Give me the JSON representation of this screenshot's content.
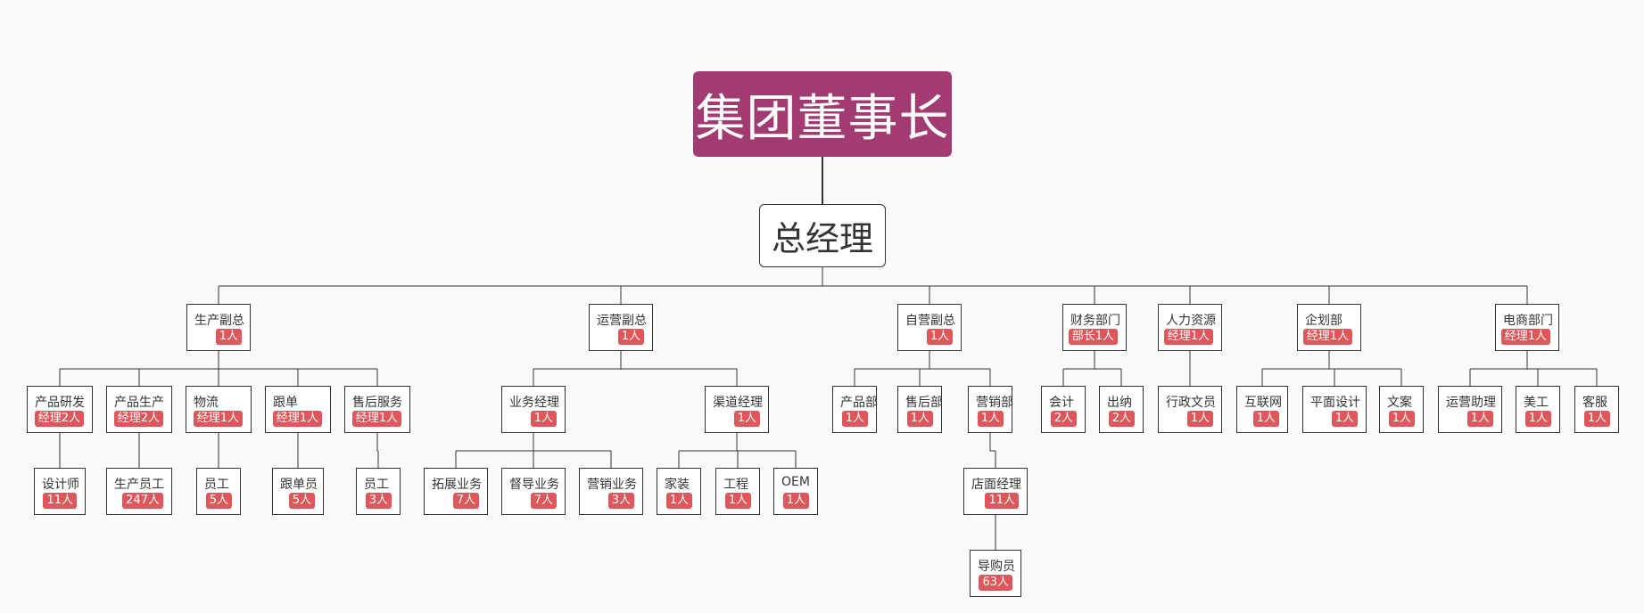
{
  "root": {
    "label": "集团董事长"
  },
  "general_manager": {
    "label": "总经理"
  },
  "nodes": [
    {
      "id": "sc-fz",
      "name": "生产副总",
      "badge": "1人"
    },
    {
      "id": "yy-fz",
      "name": "运营副总",
      "badge": "1人"
    },
    {
      "id": "zy-fz",
      "name": "自营副总",
      "badge": "1人"
    },
    {
      "id": "cw",
      "name": "财务部门",
      "badge": "部长1人"
    },
    {
      "id": "rl",
      "name": "人力资源",
      "badge": "经理1人"
    },
    {
      "id": "qh",
      "name": "企划部",
      "badge": "经理1人"
    },
    {
      "id": "ds",
      "name": "电商部门",
      "badge": "经理1人"
    },
    {
      "id": "cpyf",
      "name": "产品研发",
      "badge": "经理2人"
    },
    {
      "id": "cpsc",
      "name": "产品生产",
      "badge": "经理2人"
    },
    {
      "id": "wl",
      "name": "物流",
      "badge": "经理1人"
    },
    {
      "id": "gd",
      "name": "跟单",
      "badge": "经理1人"
    },
    {
      "id": "shfw",
      "name": "售后服务",
      "badge": "经理1人"
    },
    {
      "id": "sjs",
      "name": "设计师",
      "badge": "11人"
    },
    {
      "id": "scyg",
      "name": "生产员工",
      "badge": "247人"
    },
    {
      "id": "yg1",
      "name": "员工",
      "badge": "5人"
    },
    {
      "id": "gdy",
      "name": "跟单员",
      "badge": "5人"
    },
    {
      "id": "yg2",
      "name": "员工",
      "badge": "3人"
    },
    {
      "id": "ywjl",
      "name": "业务经理",
      "badge": "1人"
    },
    {
      "id": "qdjl",
      "name": "渠道经理",
      "badge": "1人"
    },
    {
      "id": "tzyw",
      "name": "拓展业务",
      "badge": "7人"
    },
    {
      "id": "ddyw",
      "name": "督导业务",
      "badge": "7人"
    },
    {
      "id": "yxyw",
      "name": "营销业务",
      "badge": "3人"
    },
    {
      "id": "jz",
      "name": "家装",
      "badge": "1人"
    },
    {
      "id": "gc",
      "name": "工程",
      "badge": "1人"
    },
    {
      "id": "oem",
      "name": "OEM",
      "badge": "1人"
    },
    {
      "id": "cpb",
      "name": "产品部",
      "badge": "1人"
    },
    {
      "id": "shb",
      "name": "售后部",
      "badge": "1人"
    },
    {
      "id": "yxb",
      "name": "营销部",
      "badge": "1人"
    },
    {
      "id": "dmjl",
      "name": "店面经理",
      "badge": "11人"
    },
    {
      "id": "dgy",
      "name": "导购员",
      "badge": "63人"
    },
    {
      "id": "kj",
      "name": "会计",
      "badge": "2人"
    },
    {
      "id": "cn",
      "name": "出纳",
      "badge": "2人"
    },
    {
      "id": "xzwy",
      "name": "行政文员",
      "badge": "1人"
    },
    {
      "id": "hlw",
      "name": "互联网",
      "badge": "1人"
    },
    {
      "id": "pmsj",
      "name": "平面设计",
      "badge": "1人"
    },
    {
      "id": "wa",
      "name": "文案",
      "badge": "1人"
    },
    {
      "id": "yyzl",
      "name": "运营助理",
      "badge": "1人"
    },
    {
      "id": "mg",
      "name": "美工",
      "badge": "1人"
    },
    {
      "id": "kf",
      "name": "客服",
      "badge": "1人"
    }
  ],
  "edges": [
    [
      "root",
      "gm"
    ],
    [
      "gm",
      "sc-fz"
    ],
    [
      "gm",
      "yy-fz"
    ],
    [
      "gm",
      "zy-fz"
    ],
    [
      "gm",
      "cw"
    ],
    [
      "gm",
      "rl"
    ],
    [
      "gm",
      "qh"
    ],
    [
      "gm",
      "ds"
    ],
    [
      "sc-fz",
      "cpyf"
    ],
    [
      "sc-fz",
      "cpsc"
    ],
    [
      "sc-fz",
      "wl"
    ],
    [
      "sc-fz",
      "gd"
    ],
    [
      "sc-fz",
      "shfw"
    ],
    [
      "cpyf",
      "sjs"
    ],
    [
      "cpsc",
      "scyg"
    ],
    [
      "wl",
      "yg1"
    ],
    [
      "gd",
      "gdy"
    ],
    [
      "shfw",
      "yg2"
    ],
    [
      "yy-fz",
      "ywjl"
    ],
    [
      "yy-fz",
      "qdjl"
    ],
    [
      "ywjl",
      "tzyw"
    ],
    [
      "ywjl",
      "ddyw"
    ],
    [
      "ywjl",
      "yxyw"
    ],
    [
      "qdjl",
      "jz"
    ],
    [
      "qdjl",
      "gc"
    ],
    [
      "qdjl",
      "oem"
    ],
    [
      "zy-fz",
      "cpb"
    ],
    [
      "zy-fz",
      "shb"
    ],
    [
      "zy-fz",
      "yxb"
    ],
    [
      "yxb",
      "dmjl"
    ],
    [
      "dmjl",
      "dgy"
    ],
    [
      "cw",
      "kj"
    ],
    [
      "cw",
      "cn"
    ],
    [
      "rl",
      "xzwy"
    ],
    [
      "qh",
      "hlw"
    ],
    [
      "qh",
      "pmsj"
    ],
    [
      "qh",
      "wa"
    ],
    [
      "ds",
      "yyzl"
    ],
    [
      "ds",
      "mg"
    ],
    [
      "ds",
      "kf"
    ]
  ]
}
